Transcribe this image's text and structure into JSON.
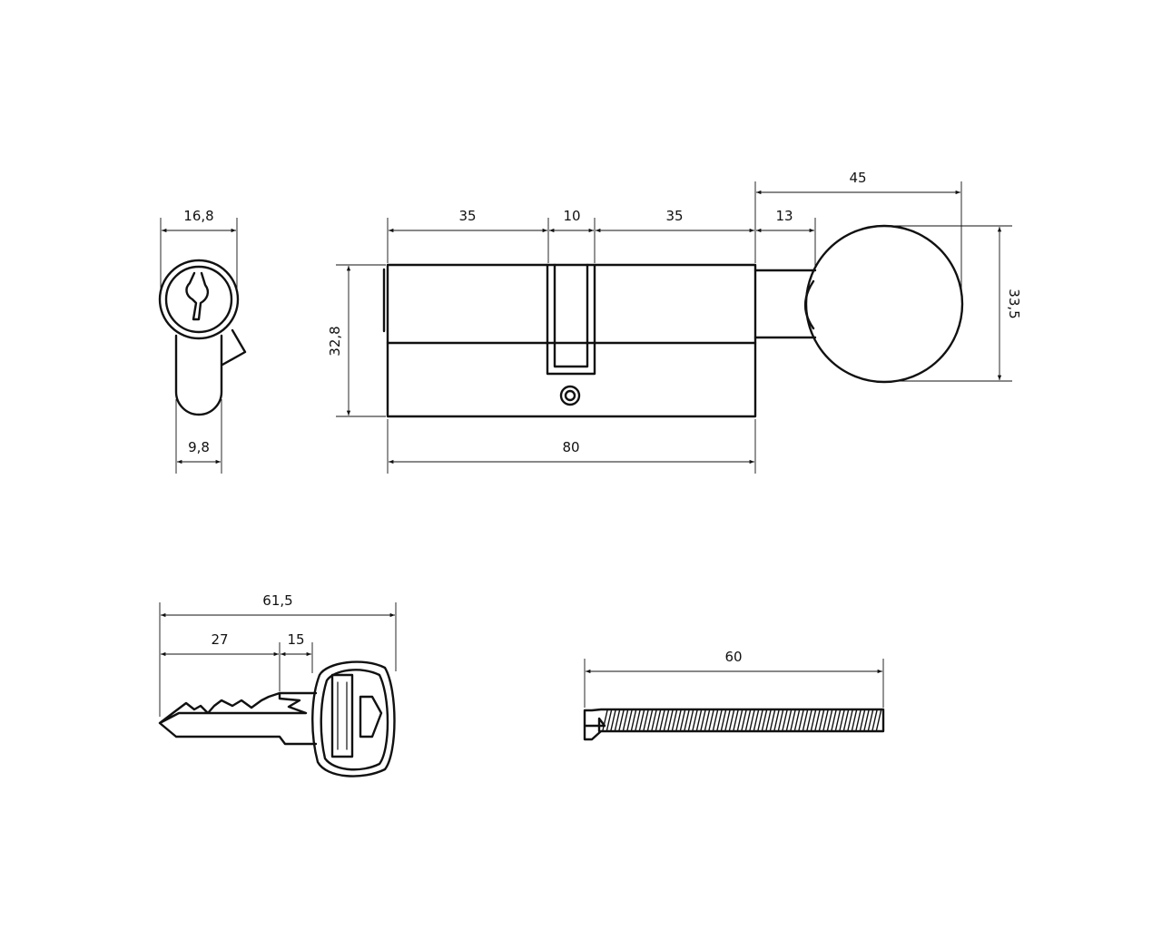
{
  "title": "Euro profile cylinder with thumb-turn – dimensional drawing",
  "dimensions": {
    "end_width": "16,8",
    "end_bottom_width": "9,8",
    "body_height": "32,8",
    "left_length": "35",
    "cam_width": "10",
    "right_length": "35",
    "total_length": "80",
    "knob_stem": "13",
    "knob_total": "45",
    "knob_diameter": "33,5",
    "key_total": "61,5",
    "key_blade": "27",
    "key_shoulder": "15",
    "screw_length": "60"
  },
  "colors": {
    "line": "#111111",
    "background": "#ffffff"
  }
}
